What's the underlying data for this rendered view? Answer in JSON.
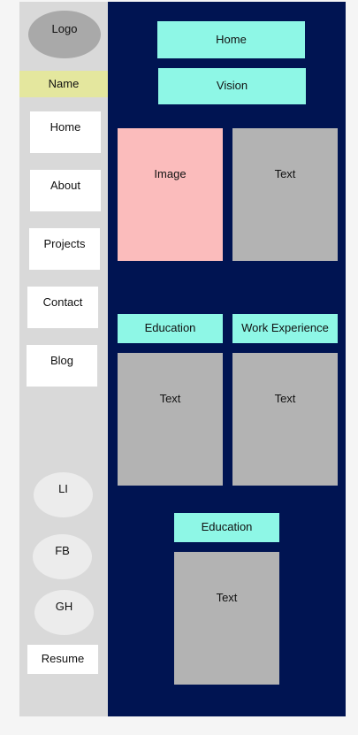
{
  "sidebar": {
    "logo": "Logo",
    "name": "Name",
    "nav": [
      "Home",
      "About",
      "Projects",
      "Contact",
      "Blog"
    ],
    "social": [
      "LI",
      "FB",
      "GH"
    ],
    "resume": "Resume"
  },
  "main": {
    "top_buttons": [
      "Home",
      "Vision"
    ],
    "hero": {
      "image": "Image",
      "text": "Text"
    },
    "section_headers": [
      "Education",
      "Work Experience"
    ],
    "section_texts": [
      "Text",
      "Text"
    ],
    "bottom": {
      "header": "Education",
      "text": "Text"
    }
  },
  "colors": {
    "sidebar_bg": "#d9d9d9",
    "main_bg": "#001452",
    "accent_cyan": "#8ef7e6",
    "image_pink": "#fbbcbc",
    "text_block_gray": "#b3b3b3",
    "name_bar": "#e4e79e"
  }
}
